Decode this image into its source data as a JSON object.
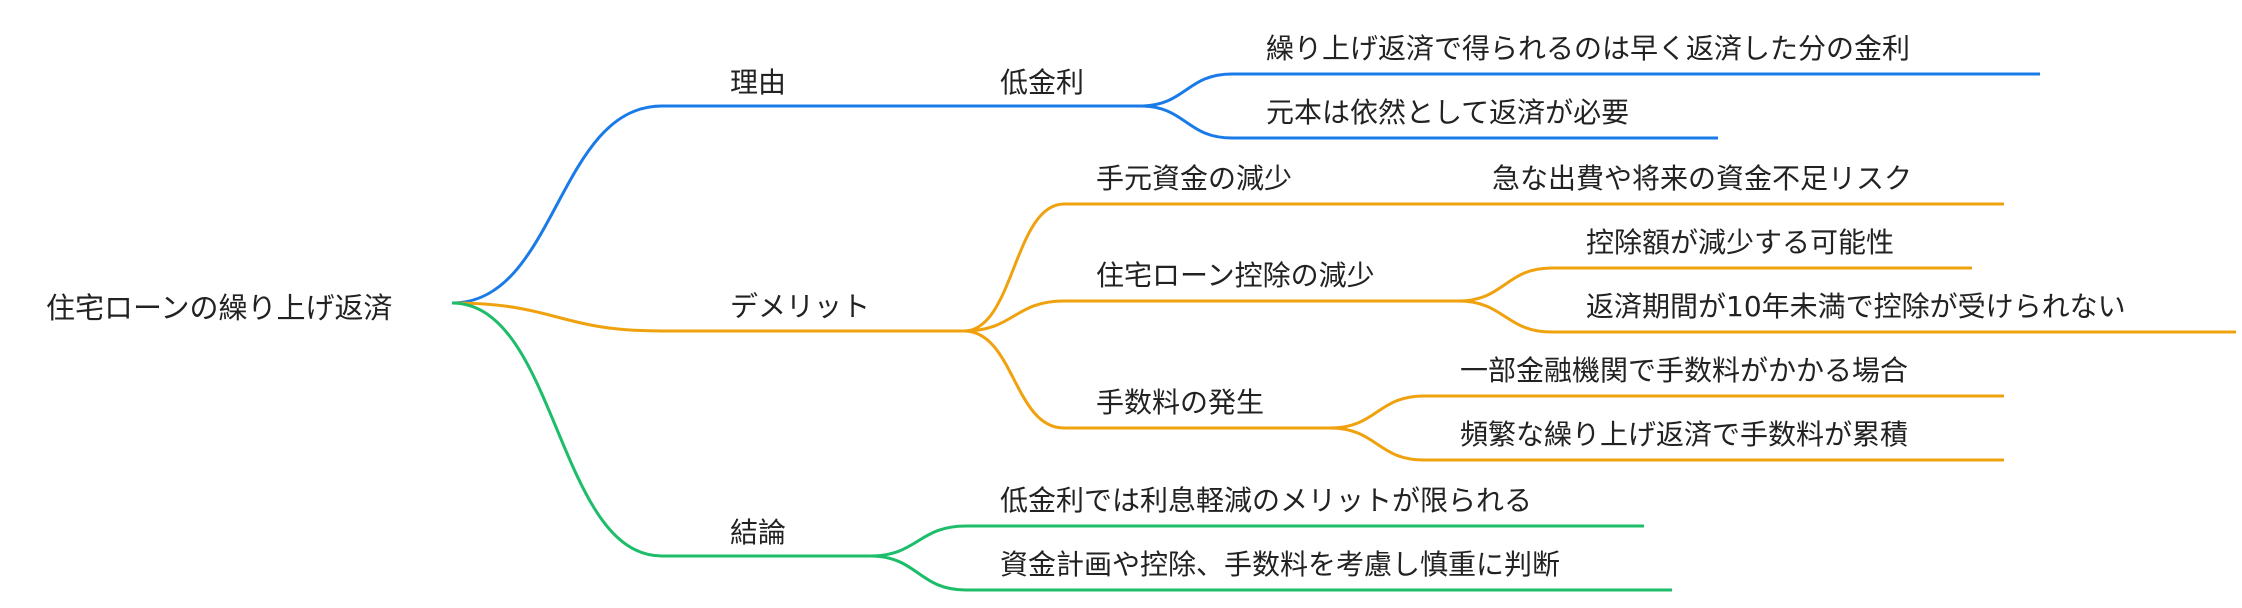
{
  "root": {
    "label": "住宅ローンの繰り上げ返済"
  },
  "branches": [
    {
      "label": "理由",
      "color": "#1a7be8",
      "children": [
        {
          "label": "低金利",
          "children": [
            {
              "label": "繰り上げ返済で得られるのは早く返済した分の金利"
            },
            {
              "label": "元本は依然として返済が必要"
            }
          ]
        }
      ]
    },
    {
      "label": "デメリット",
      "color": "#f0a10e",
      "children": [
        {
          "label": "手元資金の減少",
          "children": [
            {
              "label": "急な出費や将来の資金不足リスク"
            }
          ]
        },
        {
          "label": "住宅ローン控除の減少",
          "children": [
            {
              "label": "控除額が減少する可能性"
            },
            {
              "label": "返済期間が10年未満で控除が受けられない"
            }
          ]
        },
        {
          "label": "手数料の発生",
          "children": [
            {
              "label": "一部金融機関で手数料がかかる場合"
            },
            {
              "label": "頻繁な繰り上げ返済で手数料が累積"
            }
          ]
        }
      ]
    },
    {
      "label": "結論",
      "color": "#1dbd6a",
      "children": [
        {
          "label": "低金利では利息軽減のメリットが限られる"
        },
        {
          "label": "資金計画や控除、手数料を考慮し慎重に判断"
        }
      ]
    }
  ]
}
